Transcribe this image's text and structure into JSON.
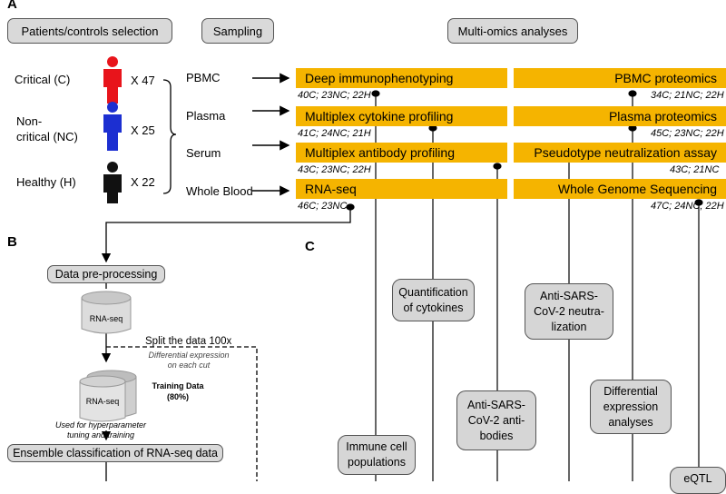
{
  "panels": {
    "a": "A",
    "b": "B",
    "c": "C"
  },
  "headers": {
    "selection": "Patients/controls selection",
    "sampling": "Sampling",
    "multiomics": "Multi-omics analyses"
  },
  "groups": [
    {
      "label": "Critical (C)",
      "count": "X 47",
      "color": "#e8141b"
    },
    {
      "label_line1": "Non-",
      "label_line2": "critical (NC)",
      "count": "X 25",
      "color": "#1c2fd1"
    },
    {
      "label": "Healthy (H)",
      "count": "X 22",
      "color": "#111111"
    }
  ],
  "samples": [
    "PBMC",
    "Plasma",
    "Serum",
    "Whole Blood"
  ],
  "analyses_left": [
    {
      "label": "Deep immunophenotyping",
      "n": "40C; 23NC; 22H"
    },
    {
      "label": "Multiplex cytokine profiling",
      "n": "41C; 24NC; 21H"
    },
    {
      "label": "Multiplex antibody profiling",
      "n": "43C; 23NC; 22H"
    },
    {
      "label": "RNA-seq",
      "n": "46C; 23NC"
    }
  ],
  "analyses_right": [
    {
      "label": "PBMC proteomics",
      "n": "34C; 21NC; 22H"
    },
    {
      "label": "Plasma proteomics",
      "n": "45C; 23NC; 22H"
    },
    {
      "label": "Pseudotype neutralization assay",
      "n": "43C; 21NC"
    },
    {
      "label": "Whole Genome Sequencing",
      "n": "47C; 24NC; 22H"
    }
  ],
  "panel_b": {
    "preprocessing": "Data pre-processing",
    "rnaseq_label": "RNA-seq",
    "split_label": "Split the data 100x",
    "diff_expr_line1": "Differential expression",
    "diff_expr_line2": "on each cut",
    "rnaseq_label2": "RNA-seq",
    "training_line1": "Training Data",
    "training_line2": "(80%)",
    "used_line1": "Used for hyperparameter",
    "used_line2": "tuning and training",
    "ensemble": "Ensemble classification of RNA-seq data"
  },
  "panel_c": {
    "immune_l1": "Immune cell",
    "immune_l2": "populations",
    "cyto_l1": "Quantification",
    "cyto_l2": "of cytokines",
    "antibodies_l1": "Anti-SARS-",
    "antibodies_l2": "CoV-2 anti-",
    "antibodies_l3": "bodies",
    "neutral_l1": "Anti-SARS-",
    "neutral_l2": "CoV-2 neutra-",
    "neutral_l3": "lization",
    "diffexp_l1": "Differential",
    "diffexp_l2": "expression",
    "diffexp_l3": "analyses",
    "eqtl": "eQTL"
  },
  "colors": {
    "orange": "#f5b400",
    "grey_box": "#d9d9d9"
  }
}
